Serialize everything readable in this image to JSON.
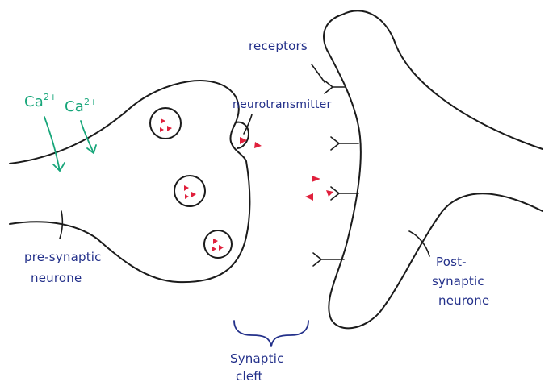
{
  "labels": {
    "ca_left": "Ca",
    "ca_left_sup": "2+",
    "ca_right": "Ca",
    "ca_right_sup": "2+",
    "receptors": "receptors",
    "neurotransmitter": "neurotransmitter",
    "pre_synaptic_line1": "pre-synaptic",
    "pre_synaptic_line2": "neurone",
    "post_synaptic_line1": "Post-",
    "post_synaptic_line2": "synaptic",
    "post_synaptic_line3": "neurone",
    "synaptic_cleft_line1": "Synaptic",
    "synaptic_cleft_line2": "cleft"
  },
  "colors": {
    "outline": "#1b1b1b",
    "label_blue": "#23308a",
    "ion_green": "#17a67a",
    "neurotransmitter_red": "#e0203c"
  }
}
